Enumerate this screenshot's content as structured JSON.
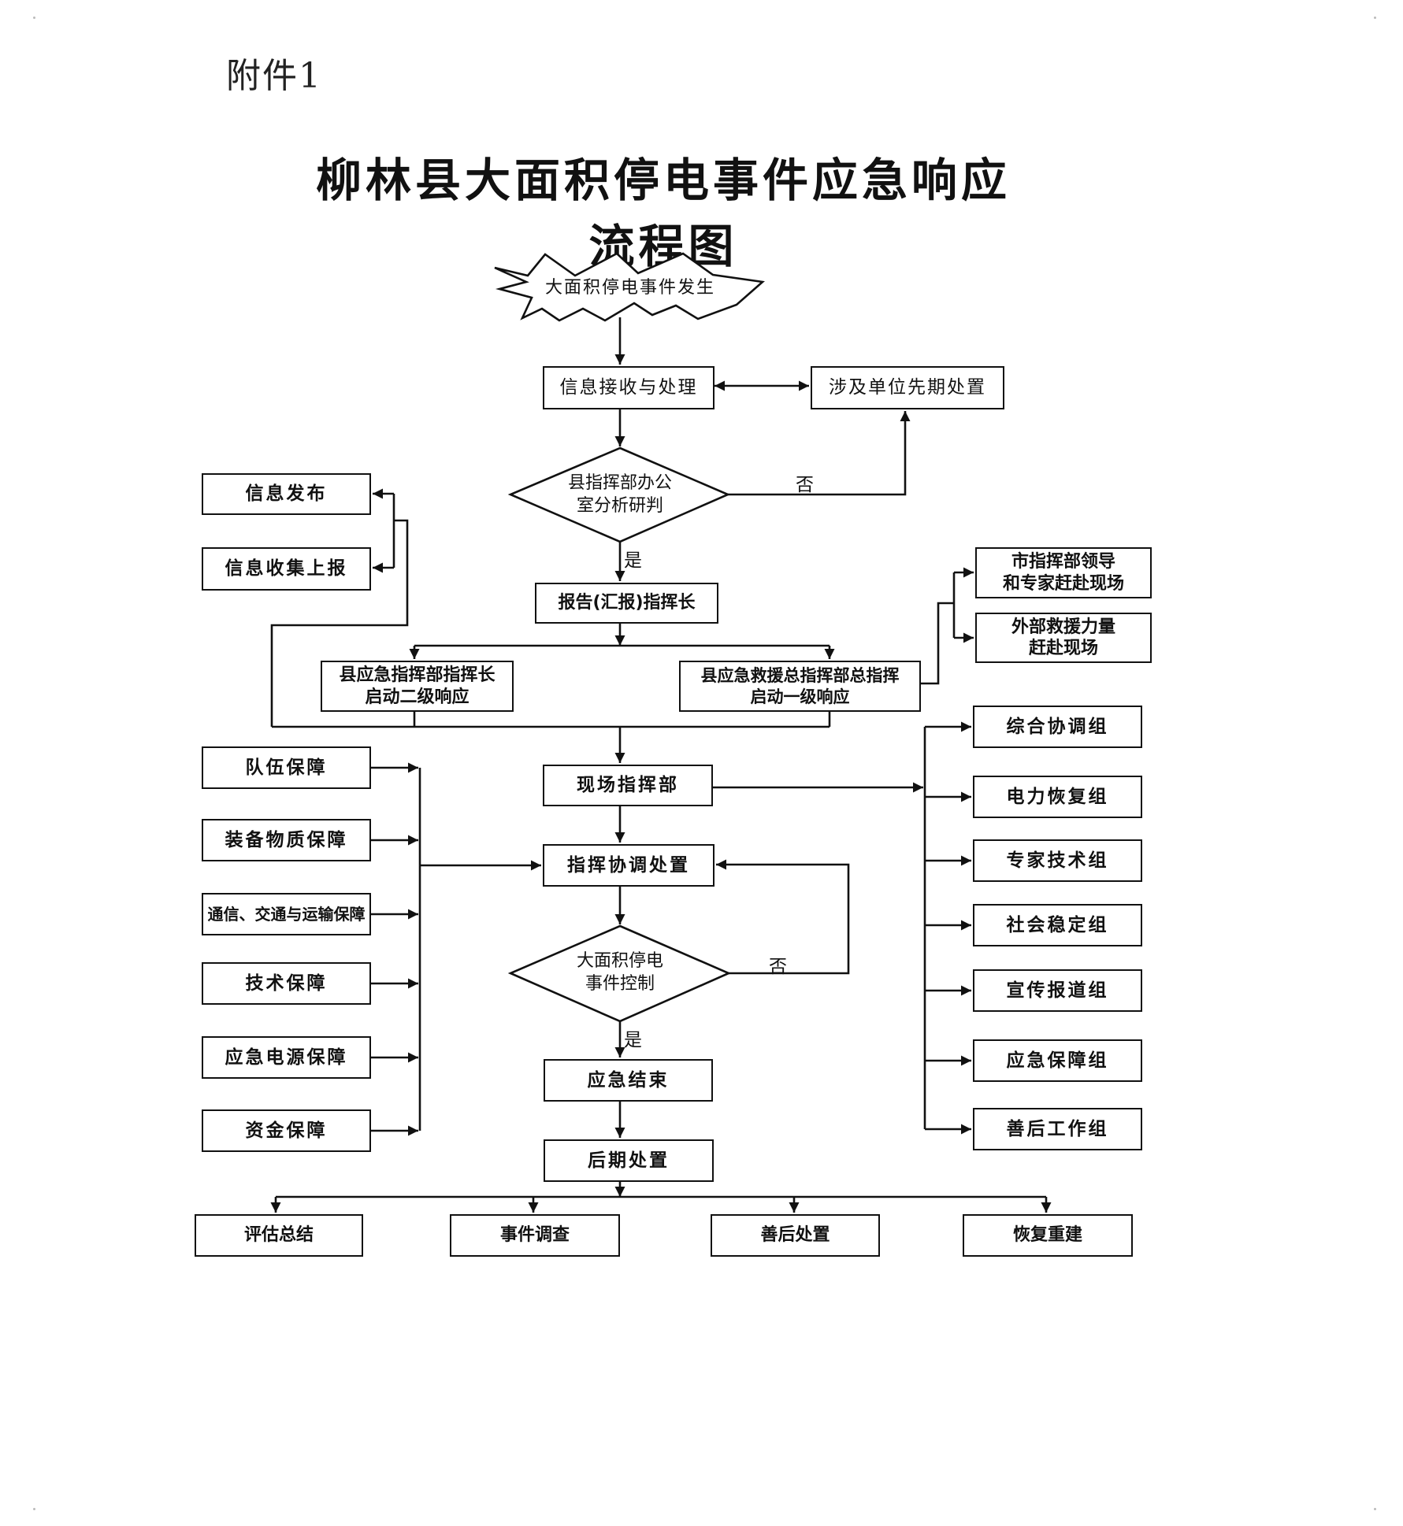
{
  "document": {
    "attachment_label": "附件1",
    "title": "柳林县大面积停电事件应急响应流程图"
  },
  "flowchart": {
    "start": "大面积停电事件发生",
    "info_receive": "信息接收与处理",
    "early_disposal": "涉及单位先期处置",
    "decision_analysis": "县指挥部办公\n室分析研判",
    "report_commander": "报告(汇报)指挥长",
    "info_release": "信息发布",
    "info_collect_report": "信息收集上报",
    "level2_response": "县应急指挥部指挥长\n启动二级响应",
    "level1_response": "县应急救援总指挥部总指挥\n启动一级响应",
    "city_leaders": "市指挥部领导\n和专家赶赴现场",
    "external_rescue": "外部救援力量\n赶赴现场",
    "onsite_command": "现场指挥部",
    "coordinate_dispose": "指挥协调处置",
    "decision_control": "大面积停电\n事件控制",
    "emergency_end": "应急结束",
    "post_disposal": "后期处置",
    "support": [
      "队伍保障",
      "装备物质保障",
      "通信、交通与运输保障",
      "技术保障",
      "应急电源保障",
      "资金保障"
    ],
    "groups": [
      "综合协调组",
      "电力恢复组",
      "专家技术组",
      "社会稳定组",
      "宣传报道组",
      "应急保障组",
      "善后工作组"
    ],
    "post_tasks": [
      "评估总结",
      "事件调查",
      "善后处置",
      "恢复重建"
    ],
    "edge_labels": {
      "yes": "是",
      "no": "否"
    }
  }
}
